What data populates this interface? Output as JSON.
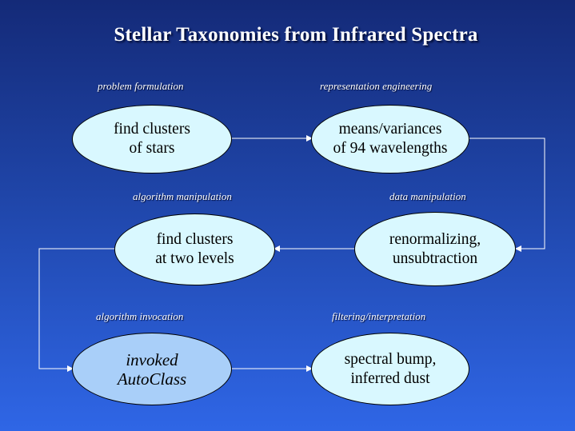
{
  "title": "Stellar Taxonomies from Infrared Spectra",
  "stages": [
    {
      "label": "problem formulation",
      "lines": [
        "find clusters",
        "of stars"
      ]
    },
    {
      "label": "representation engineering",
      "lines": [
        "means/variances",
        "of 94 wavelengths"
      ]
    },
    {
      "label": "data manipulation",
      "lines": [
        "renormalizing,",
        "unsubtraction"
      ]
    },
    {
      "label": "algorithm manipulation",
      "lines": [
        "find clusters",
        "at two levels"
      ]
    },
    {
      "label": "algorithm invocation",
      "lines": [
        "invoked",
        "AutoClass"
      ]
    },
    {
      "label": "filtering/interpretation",
      "lines": [
        "spectral bump,",
        "inferred dust"
      ]
    }
  ],
  "colors": {
    "background_top": "#142a78",
    "background_bottom": "#2f66e6",
    "node_fill": "#d9f8ff",
    "highlight_fill": "#a9cff9",
    "connector": "#ffffff"
  }
}
